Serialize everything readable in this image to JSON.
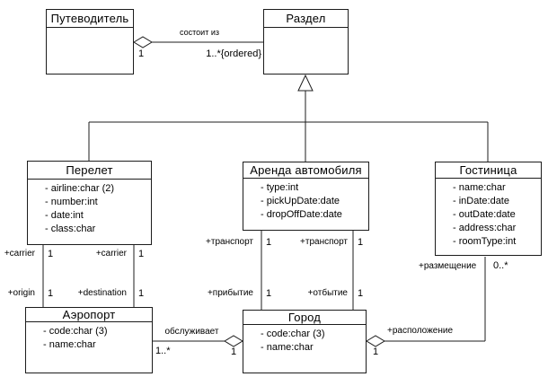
{
  "diagram": {
    "kind": "uml-class-diagram",
    "colors": {
      "background": "#ffffff",
      "line": "#1c1c1c",
      "text": "#000000"
    },
    "classes": {
      "guidebook": {
        "title": "Путеводитель",
        "attributes": []
      },
      "section": {
        "title": "Раздел",
        "attributes": []
      },
      "flight": {
        "title": "Перелет",
        "attributes": [
          "- airline:char (2)",
          "- number:int",
          "- date:int",
          "- class:char"
        ]
      },
      "rental": {
        "title": "Аренда автомобиля",
        "attributes": [
          "- type:int",
          "- pickUpDate:date",
          "- dropOffDate:date"
        ]
      },
      "hotel": {
        "title": "Гостиница",
        "attributes": [
          "- name:char",
          "- inDate:date",
          "- outDate:date",
          "- address:char",
          "- roomType:int"
        ]
      },
      "airport": {
        "title": "Аэропорт",
        "attributes": [
          "- code:char (3)",
          "- name:char"
        ]
      },
      "city": {
        "title": "Город",
        "attributes": [
          "- code:char (3)",
          "- name:char"
        ]
      }
    },
    "associations": {
      "guidebook_section": {
        "name": "состоит из",
        "mult_guidebook": "1",
        "mult_section": "1..*{ordered}"
      },
      "flight_airport_left": {
        "role_top": "+carrier",
        "mult_top": "1",
        "role_bottom": "+origin",
        "mult_bottom": "1"
      },
      "flight_airport_right": {
        "role_top": "+carrier",
        "mult_top": "1",
        "role_bottom": "+destination",
        "mult_bottom": "1"
      },
      "rental_city_left": {
        "role_top": "+транспорт",
        "mult_top": "1",
        "role_bottom": "+прибытие",
        "mult_bottom": "1"
      },
      "rental_city_right": {
        "role_top": "+транспорт",
        "mult_top": "1",
        "role_bottom": "+отбытие",
        "mult_bottom": "1"
      },
      "airport_city": {
        "name": "обслуживает",
        "mult_airport": "1..*",
        "mult_city": "1"
      },
      "city_hotel": {
        "role_near_city": "+расположение",
        "mult_city": "1",
        "role_near_hotel": "+размещение",
        "mult_hotel": "0..*"
      }
    }
  }
}
